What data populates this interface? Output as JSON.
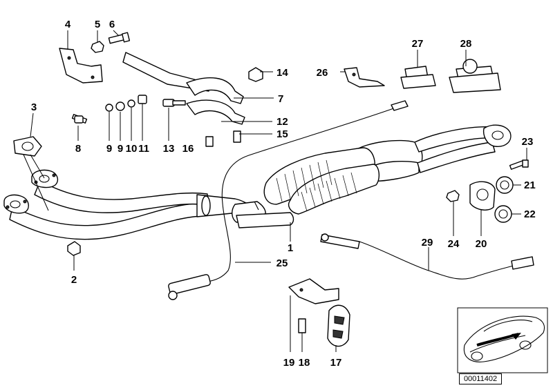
{
  "part_numbers": {
    "p1": "1",
    "p2": "2",
    "p3": "3",
    "p4": "4",
    "p5": "5",
    "p6": "6",
    "p7": "7",
    "p8": "8",
    "p9a": "9",
    "p9b": "9",
    "p10": "10",
    "p11": "11",
    "p12": "12",
    "p13": "13",
    "p14": "14",
    "p15": "15",
    "p16": "16",
    "p17": "17",
    "p18": "18",
    "p19": "19",
    "p20": "20",
    "p21": "21",
    "p22": "22",
    "p23": "23",
    "p24": "24",
    "p25": "25",
    "p26": "26",
    "p27": "27",
    "p28": "28",
    "p29": "29"
  },
  "reference_number": "00011402"
}
